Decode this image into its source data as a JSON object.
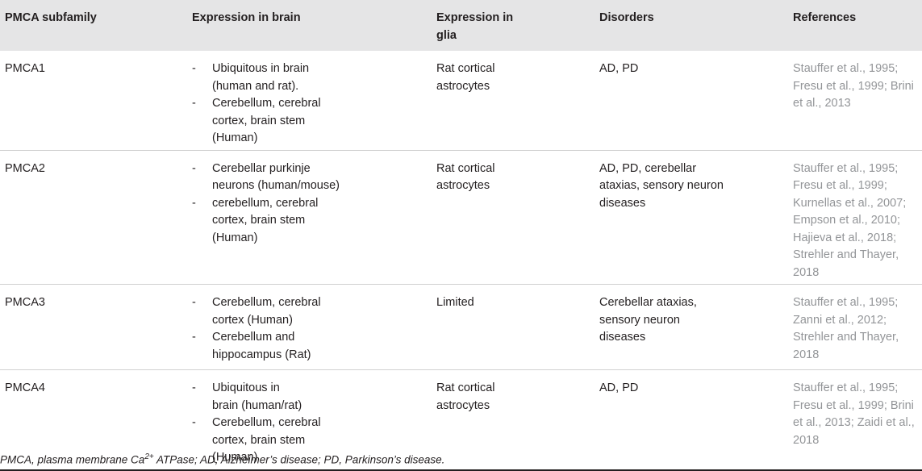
{
  "table": {
    "headers": [
      "PMCA subfamily",
      "Expression in brain",
      "Expression in glia",
      "Disorders",
      "References"
    ],
    "rows": [
      {
        "subfamily": "PMCA1",
        "brain": [
          "Ubiquitous in brain (human and rat).",
          "Cerebellum, cerebral cortex, brain stem (Human)"
        ],
        "glia": "Rat cortical astrocytes",
        "disorders": "AD, PD",
        "references": "Stauffer et al., 1995; Fresu et al., 1999; Brini et al., 2013"
      },
      {
        "subfamily": "PMCA2",
        "brain": [
          "Cerebellar purkinje neurons (human/mouse)",
          "cerebellum, cerebral cortex, brain stem (Human)"
        ],
        "glia": "Rat cortical astrocytes",
        "disorders": "AD, PD, cerebellar ataxias, sensory neuron diseases",
        "references": "Stauffer et al., 1995; Fresu et al., 1999; Kurnellas et al., 2007; Empson et al., 2010; Hajieva et al., 2018; Strehler and Thayer, 2018"
      },
      {
        "subfamily": "PMCA3",
        "brain": [
          "Cerebellum, cerebral cortex (Human)",
          "Cerebellum and hippocampus (Rat)"
        ],
        "glia": "Limited",
        "disorders": "Cerebellar ataxias, sensory neuron diseases",
        "references": "Stauffer et al., 1995; Zanni et al., 2012; Strehler and Thayer, 2018"
      },
      {
        "subfamily": "PMCA4",
        "brain": [
          "Ubiquitous in brain (human/rat)",
          "Cerebellum, cerebral cortex, brain stem (Human)"
        ],
        "glia": "Rat cortical astrocytes",
        "disorders": "AD, PD",
        "references": "Stauffer et al., 1995; Fresu et al., 1999; Brini et al., 2013; Zaidi et al., 2018"
      }
    ]
  },
  "footnote": {
    "before_sup": "PMCA, plasma membrane Ca",
    "sup": "2+",
    "after_sup": " ATPase; AD, Alzheimer’s disease; PD, Parkinson’s disease."
  }
}
